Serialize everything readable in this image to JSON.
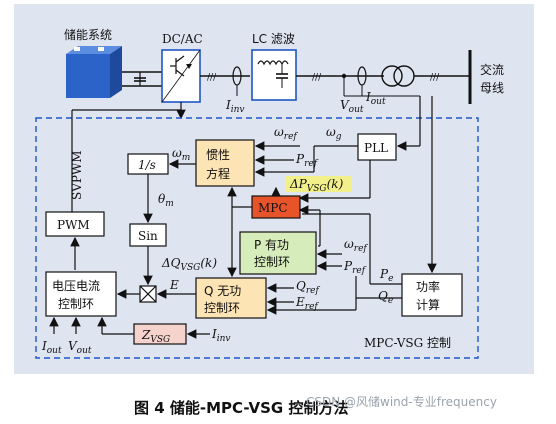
{
  "diagram": {
    "outer": {
      "storage": "储能系统",
      "dcac": "DC/AC",
      "lc_filter": "LC 滤波",
      "grid": "交流\n母线",
      "i_inv": "I",
      "i_inv_sub": "inv",
      "v_out": "V",
      "v_out_sub": "out",
      "i_out": "I",
      "i_out_sub": "out"
    },
    "control": {
      "region_label": "MPC-VSG 控制",
      "svpwm": "SVPWM",
      "pwm": "PWM",
      "integrator": "1/s",
      "sin": "Sin",
      "inertia": "惯性\n方程",
      "mpc": "MPC",
      "p_loop": "P 有功\n控制环",
      "q_loop": "Q 无功\n控制环",
      "vi_loop": "电压电流\n控制环",
      "pll": "PLL",
      "power_calc": "功率\n计算",
      "zvsg": "Z",
      "zvsg_sub": "VSG",
      "multiplier": "×"
    },
    "signals": {
      "omega_ref": "ω",
      "omega_ref_sub": "ref",
      "omega_g": "ω",
      "omega_g_sub": "g",
      "omega_m": "ω",
      "omega_m_sub": "m",
      "p_ref": "P",
      "p_ref_sub": "ref",
      "dp_vsg": "ΔP",
      "dp_vsg_sub": "VSG",
      "dp_vsg_arg": "(k)",
      "theta_m": "θ",
      "theta_m_sub": "m",
      "dq_vsg": "ΔQ",
      "dq_vsg_sub": "VSG",
      "dq_vsg_arg": "(k)",
      "e": "E",
      "q_ref": "Q",
      "q_ref_sub": "ref",
      "e_ref": "E",
      "e_ref_sub": "ref",
      "omega_ref2": "ω",
      "omega_ref2_sub": "ref",
      "p_ref2": "P",
      "p_ref2_sub": "ref",
      "p_e": "P",
      "p_e_sub": "e",
      "q_e": "Q",
      "q_e_sub": "e",
      "i_out_b": "I",
      "i_out_b_sub": "out",
      "v_out_b": "V",
      "v_out_b_sub": "out",
      "i_inv_b": "I",
      "i_inv_b_sub": "inv"
    },
    "caption": "图 4  储能-MPC-VSG 控制方法",
    "watermark": "CSDN @风储wind-专业frequency",
    "colors": {
      "panel_bg": "#dfe4f1",
      "block_fill": "#ffffff",
      "dashed_border": "#1f56c4",
      "dcac_border": "#1f56c4",
      "lc_border": "#1f56c4",
      "inertia_fill": "#fce4b4",
      "p_loop_fill": "#d6edbb",
      "q_loop_fill": "#fce4b4",
      "mpc_fill": "#e8542a",
      "dp_highlight": "#f2f08a",
      "zvsg_fill": "#f6d2cc",
      "battery": "#2b63c8",
      "line": "#111111"
    }
  }
}
